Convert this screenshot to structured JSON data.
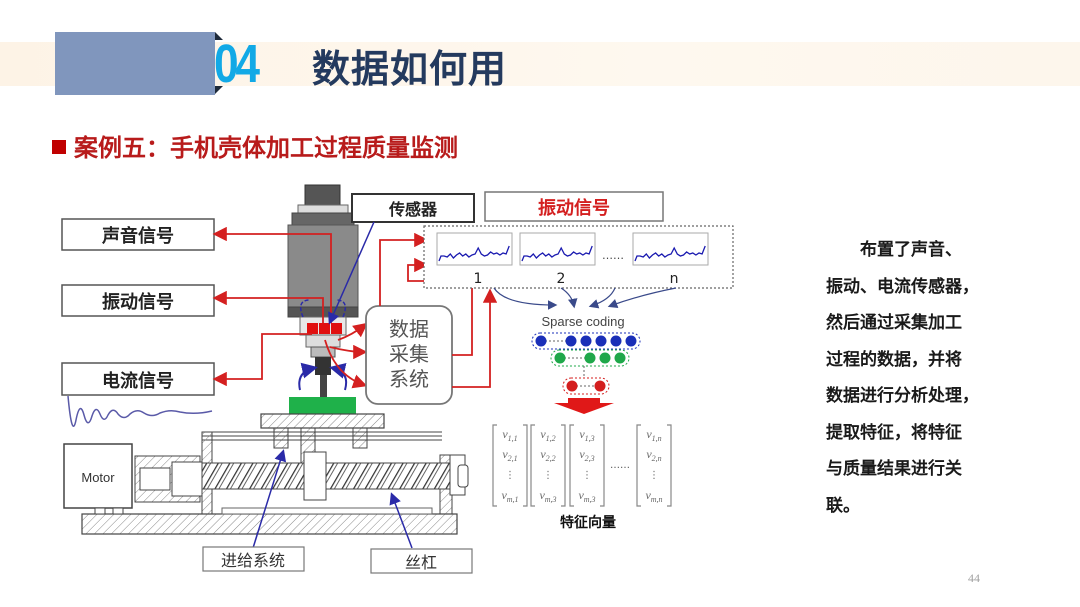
{
  "header": {
    "section_number": "04",
    "section_title": "数据如何用",
    "colors": {
      "block": "#8096bd",
      "number": "#12a9e6",
      "title": "#243a5e"
    }
  },
  "subtitle": {
    "bullet_icon": "square-bullet",
    "text": "案例五：手机壳体加工过程质量监测",
    "color": "#b81b1b"
  },
  "diagram": {
    "signal_labels": {
      "sound": "声音信号",
      "vibration": "振动信号",
      "current": "电流信号"
    },
    "sensor_label": "传感器",
    "vibration_panel_title": "振动信号",
    "daq_label_lines": [
      "数据",
      "采集",
      "系统"
    ],
    "signal_windows": [
      "1",
      "2",
      "n"
    ],
    "ellipsis": "……",
    "sparse_coding_label": "Sparse coding",
    "motor_label": "Motor",
    "feed_system_label": "进给系统",
    "lead_screw_label": "丝杠",
    "feature_vector_label": "特征向量",
    "feature_vectors": [
      {
        "top": "v1,1",
        "second": "v2,1",
        "bottom": "vm,1"
      },
      {
        "top": "v1,2",
        "second": "v2,2",
        "bottom": "vm,3"
      },
      {
        "top": "v1,3",
        "second": "v2,3",
        "bottom": "vm,3"
      },
      {
        "top": "v1,n",
        "second": "v2,n",
        "bottom": "vm,n"
      }
    ],
    "node_layers": [
      {
        "color": "#1a2fb8",
        "count": 6
      },
      {
        "color": "#1fa84a",
        "count": 4
      },
      {
        "color": "#d41e1e",
        "count": 2
      }
    ],
    "colors": {
      "arrow_red": "#d42020",
      "arrow_blue": "#2a2aa8",
      "workpiece": "#1fb14a",
      "sensor": "#e01010"
    }
  },
  "description": {
    "lines": [
      "布置了声音、",
      "振动、电流传感器，",
      "然后通过采集加工",
      "过程的数据，并将",
      "数据进行分析处理，",
      "提取特征，将特征",
      "与质量结果进行关",
      "联。"
    ]
  },
  "page_number": "44"
}
